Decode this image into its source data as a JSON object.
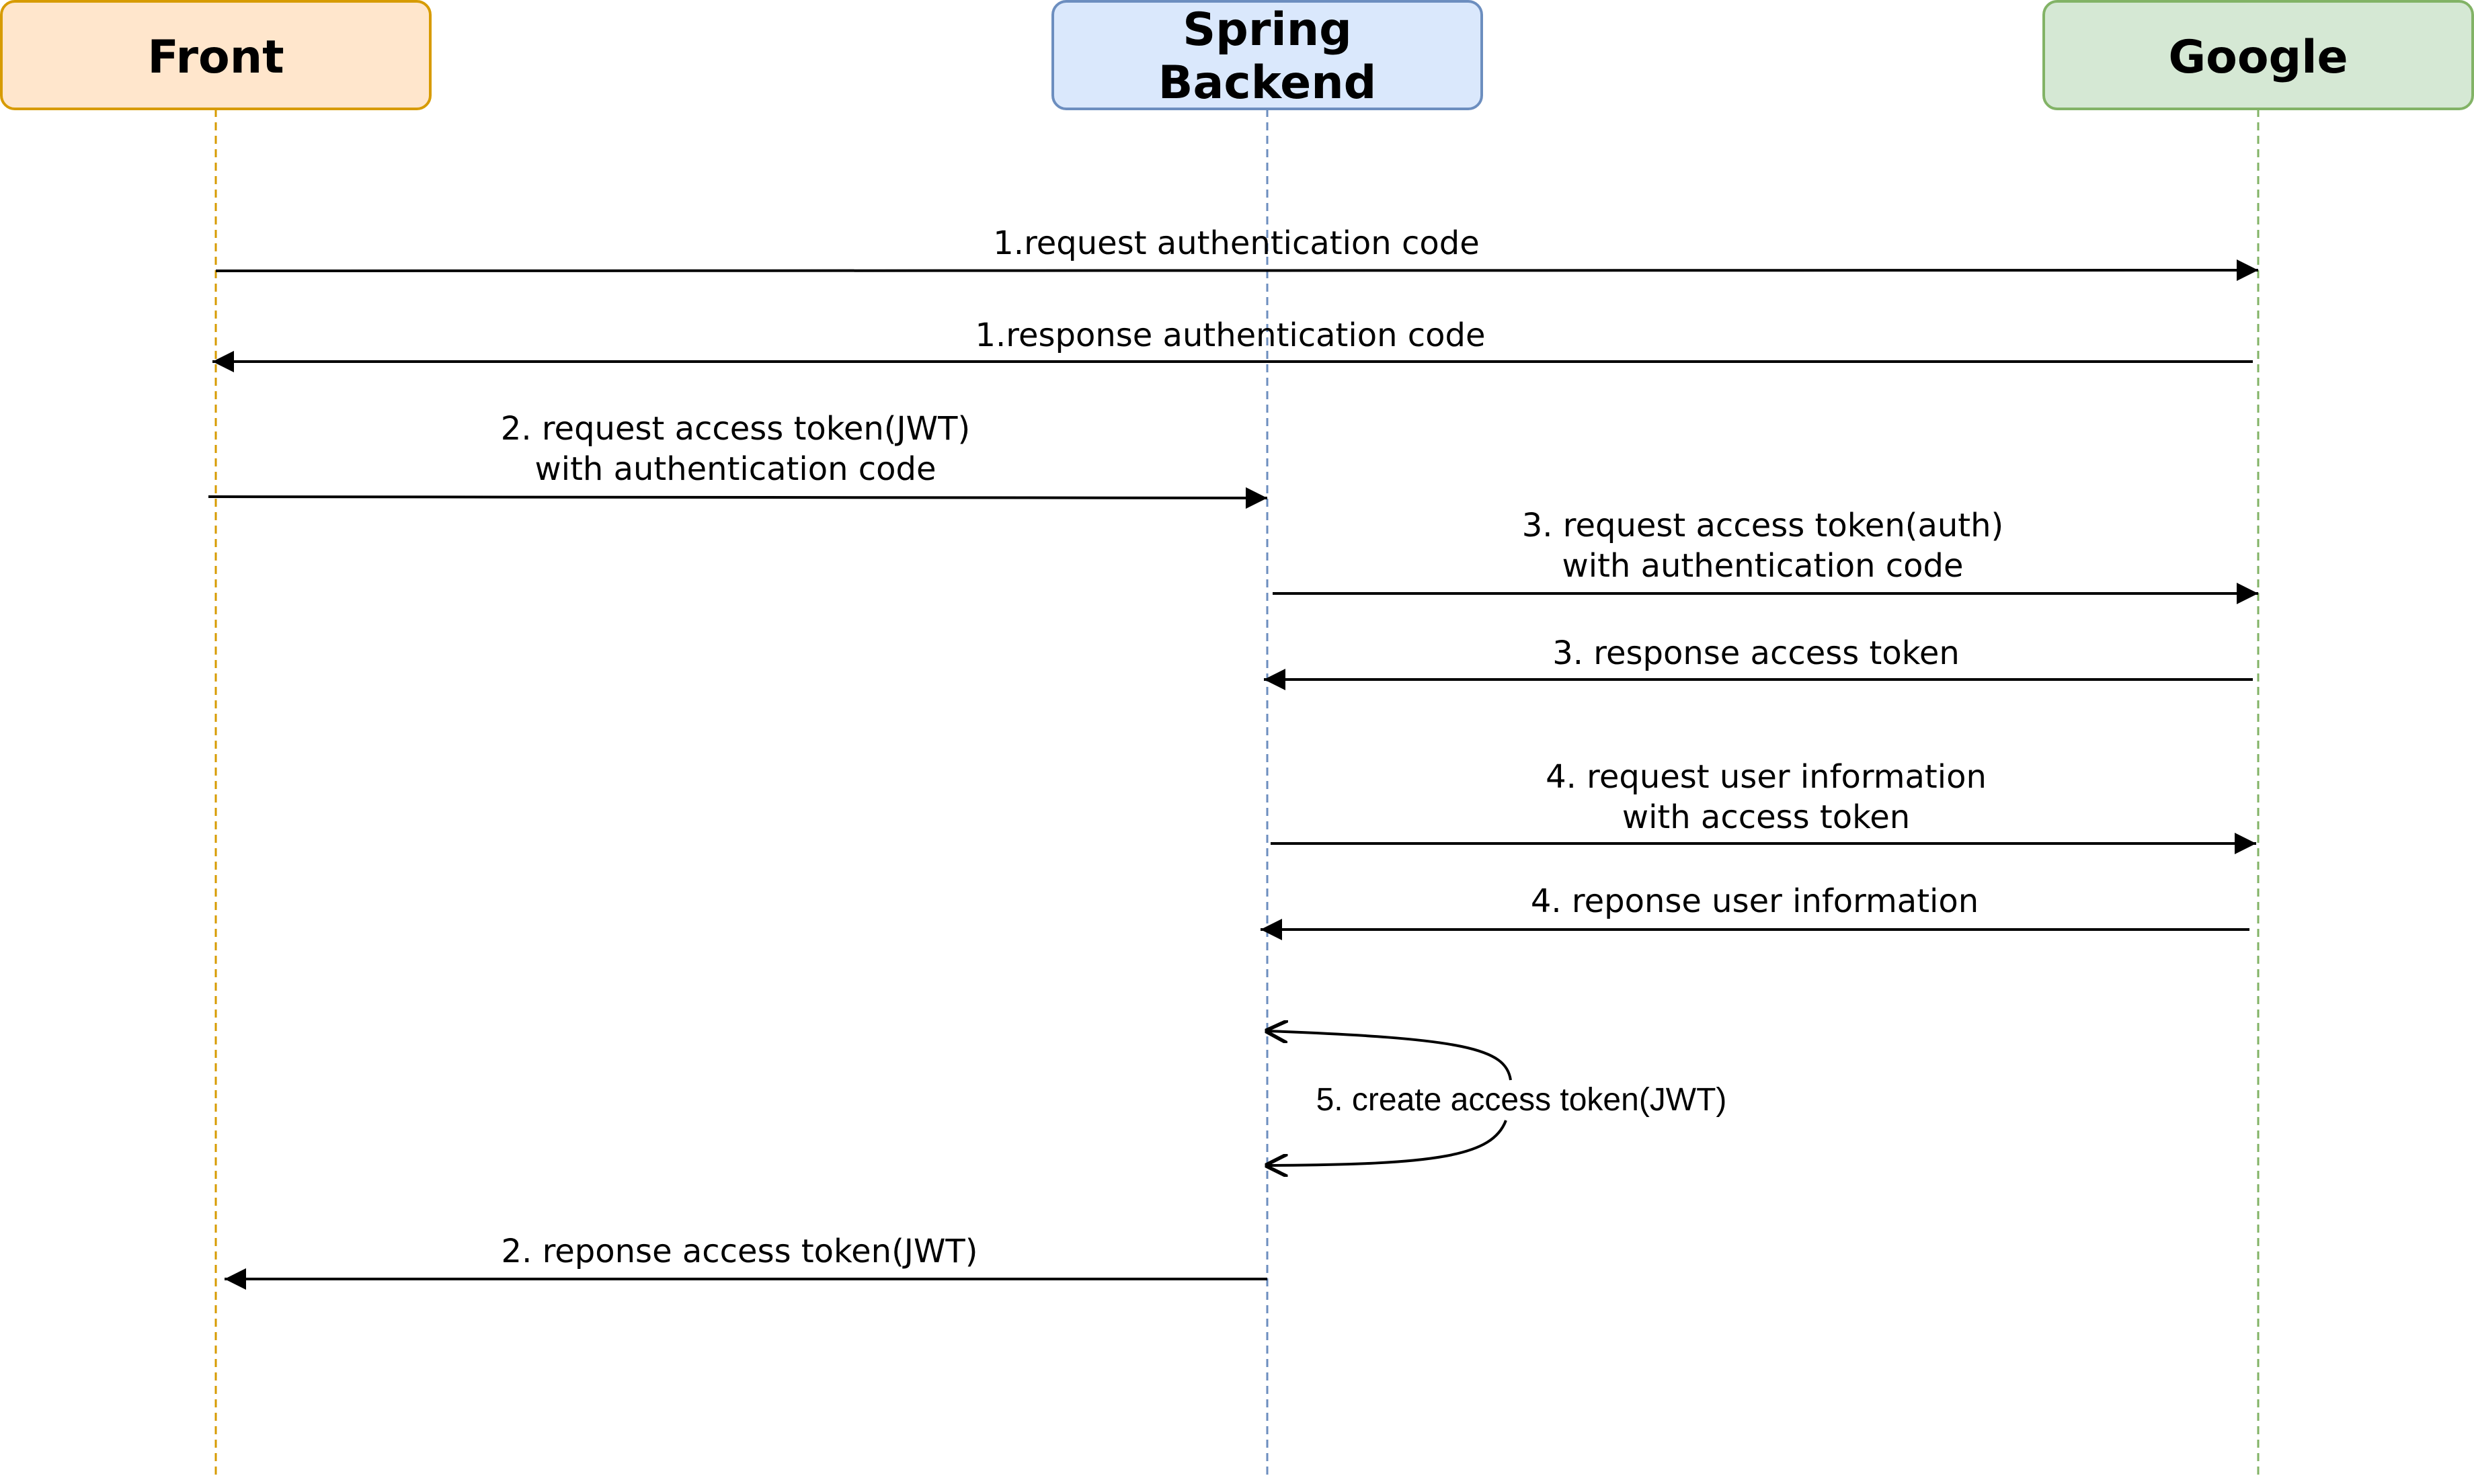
{
  "participants": {
    "front": {
      "name": "Front",
      "fill": "#ffe6cc",
      "stroke": "#d79b00"
    },
    "backend": {
      "name_line1": "Spring",
      "name_line2": "Backend",
      "fill": "#dae8fc",
      "stroke": "#6c8ebf"
    },
    "google": {
      "name": "Google",
      "fill": "#d5e8d4",
      "stroke": "#82b366"
    }
  },
  "messages": {
    "m1_req": "1.request authentication code",
    "m1_res": "1.response authentication code",
    "m2_req_line1": "2. request access token(JWT)",
    "m2_req_line2": "with authentication code",
    "m3_req_line1": "3. request access token(auth)",
    "m3_req_line2": "with authentication code",
    "m3_res": "3. response access token",
    "m4_req_line1": "4. request user information",
    "m4_req_line2": "with access token",
    "m4_res": "4. reponse user information",
    "m5_self": "5. create access token(JWT)",
    "m2_res": "2. reponse access token(JWT)"
  }
}
